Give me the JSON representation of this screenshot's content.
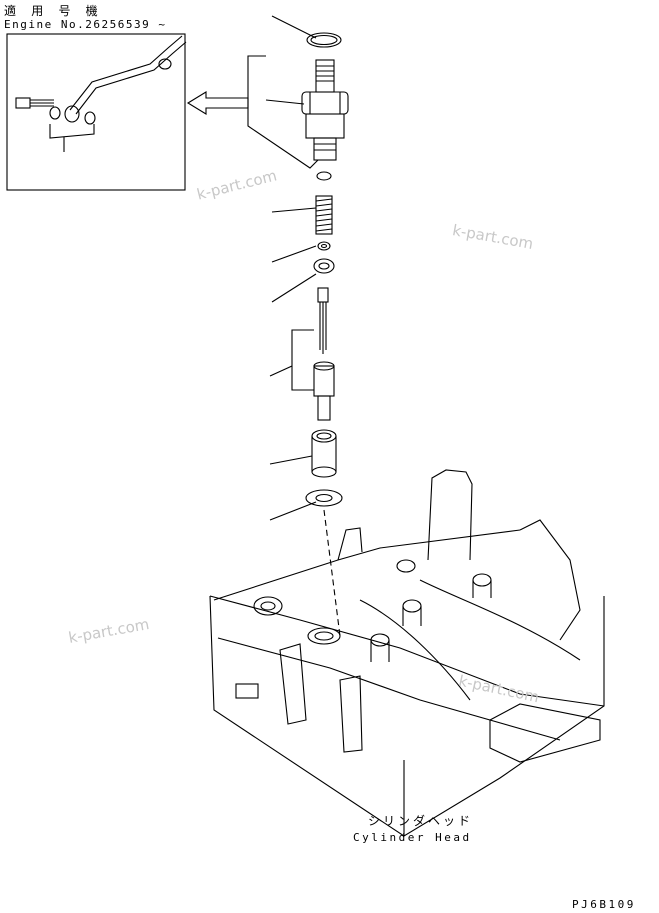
{
  "header": {
    "applicable_label": "適 用 号 機",
    "engine_serial": "Engine No.26256539 ~"
  },
  "caption": {
    "jp": "シリンダヘッド",
    "en": "Cylinder Head"
  },
  "figure_code": "PJ6B109",
  "watermarks": [
    "k-part.com",
    "k-part.com",
    "k-part.com",
    "k-part.com"
  ],
  "colors": {
    "line": "#000000",
    "watermark": "#c8c8c8"
  }
}
